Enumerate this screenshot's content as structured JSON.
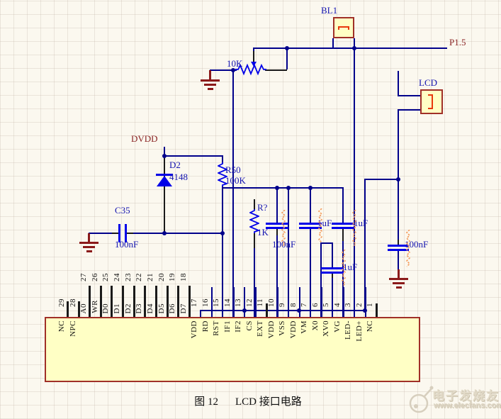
{
  "caption": {
    "figure": "图 12",
    "title": "LCD 接口电路"
  },
  "watermark": {
    "brand": "电子发烧友",
    "site": "www.elecfans.com"
  },
  "net_labels": {
    "p1_5": "P1.5",
    "dvdd": "DVDD"
  },
  "components": {
    "bl1": {
      "designator": "BL1"
    },
    "lcd": {
      "designator": "LCD"
    },
    "pot": {
      "value": "10K"
    },
    "r50": {
      "designator": "R50",
      "value": "100K"
    },
    "d2": {
      "designator": "D2",
      "value": "4148"
    },
    "c35": {
      "designator": "C35",
      "value": "100nF"
    },
    "rq": {
      "designator": "R?",
      "value": "1K"
    },
    "c_rst": {
      "value": "100nF"
    },
    "c_vm": {
      "value": "1uF"
    },
    "c_vg": {
      "value": "1uF"
    },
    "c_xv0": {
      "value": "1uF"
    },
    "c_led": {
      "value": "100nF"
    }
  },
  "ic": {
    "left_pins": [
      {
        "num": "29",
        "name": "NC"
      },
      {
        "num": "28",
        "name": "NPC"
      },
      {
        "num": "27",
        "name": "A0"
      },
      {
        "num": "26",
        "name": "WR"
      },
      {
        "num": "25",
        "name": "D0"
      },
      {
        "num": "24",
        "name": "D1"
      },
      {
        "num": "23",
        "name": "D2"
      },
      {
        "num": "22",
        "name": "D3"
      },
      {
        "num": "21",
        "name": "D4"
      },
      {
        "num": "20",
        "name": "D5"
      },
      {
        "num": "19",
        "name": "D6"
      },
      {
        "num": "18",
        "name": "D7"
      }
    ],
    "right_pins": [
      {
        "num": "17",
        "name": "VDD"
      },
      {
        "num": "16",
        "name": "RD"
      },
      {
        "num": "15",
        "name": "RST"
      },
      {
        "num": "14",
        "name": "IF1"
      },
      {
        "num": "13",
        "name": "IF2"
      },
      {
        "num": "12",
        "name": "CS"
      },
      {
        "num": "11",
        "name": "EXT"
      },
      {
        "num": "10",
        "name": "VDD"
      },
      {
        "num": "9",
        "name": "VSS"
      },
      {
        "num": "8",
        "name": "VDD"
      },
      {
        "num": "7",
        "name": "VM"
      },
      {
        "num": "6",
        "name": "X0"
      },
      {
        "num": "5",
        "name": "XV0"
      },
      {
        "num": "4",
        "name": "VG"
      },
      {
        "num": "3",
        "name": "LED-"
      },
      {
        "num": "2",
        "name": "LED+"
      },
      {
        "num": "1",
        "name": "NC"
      }
    ]
  },
  "colors": {
    "wire": "#00008B",
    "component": "#0000E8",
    "label_blue": "#1515B0",
    "label_red": "#8B2525",
    "ground": "#8B1A1A",
    "part_fill": "#FFFFC5",
    "part_border": "#A03028",
    "squiggle": "#F49A5A"
  }
}
